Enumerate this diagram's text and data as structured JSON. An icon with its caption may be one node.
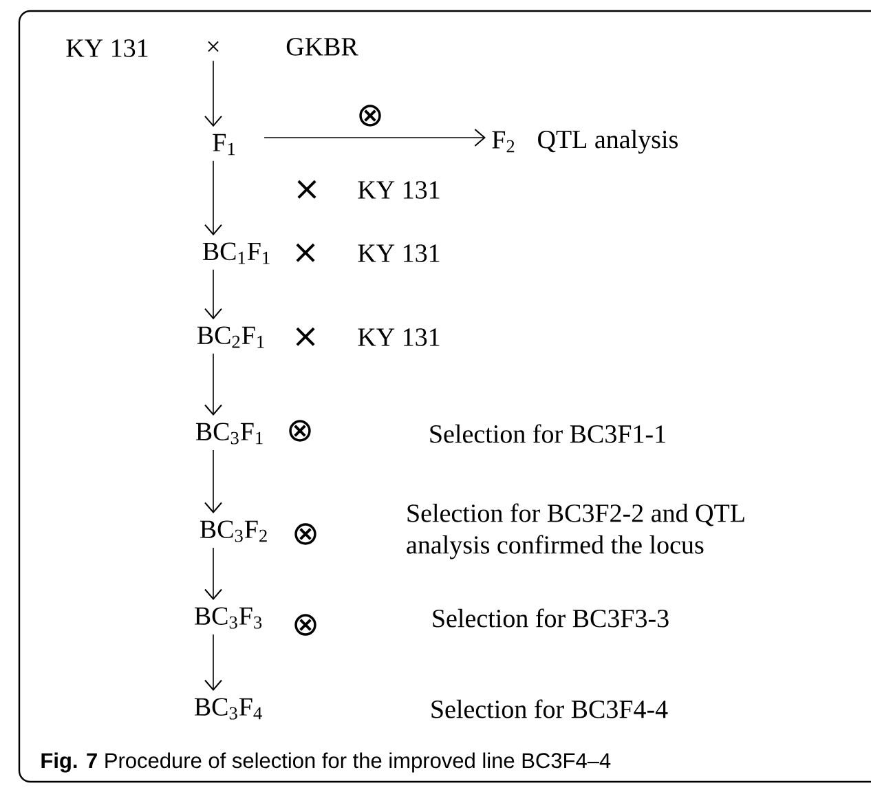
{
  "diagram": {
    "caption": "**Fig. 7** Procedure of selection for the improved line BC3F4–4",
    "nodes": [
      {
        "text": [
          "×"
        ]
      },
      {
        "text": [
          "F$_{1}$"
        ]
      },
      {
        "text": [
          "F$_{2}$"
        ],
        "beside": [
          "QTL analysis"
        ]
      },
      {
        "text": [
          "BC$_{1}$F$_{1}$"
        ]
      },
      {
        "text": [
          "BC$_{2}$F$_{1}$"
        ]
      },
      {
        "text": [
          "BC$_{3}$F$_{1}$"
        ]
      },
      {
        "text": [
          "BC$_{3}$F$_{2}$"
        ]
      },
      {
        "text": [
          "BC$_{3}$F$_{3}$"
        ]
      },
      {
        "text": [
          "BC$_{3}$F$_{4}$"
        ]
      }
    ],
    "edges": [
      {
        "from": 0,
        "to": 1,
        "arrow": "to"
      },
      {
        "from": 1,
        "to": 2,
        "arrow": "to",
        "label": "⊗"
      },
      {
        "from": 1,
        "to": 3,
        "arrow": "to"
      },
      {
        "from": 3,
        "to": 4,
        "arrow": "to"
      },
      {
        "from": 4,
        "to": 5,
        "arrow": "to"
      },
      {
        "from": 5,
        "to": 6,
        "arrow": "to"
      },
      {
        "from": 6,
        "to": 7,
        "arrow": "to"
      },
      {
        "from": 7,
        "to": 8,
        "arrow": "to"
      }
    ],
    "labels": [
      "KY 131",
      "GKBR",
      "×",
      "KY 131",
      "×",
      "KY 131",
      "×",
      "KY 131",
      "⊗",
      "Selection for BC3F1-1",
      "⊗",
      "Selection for BC3F2-2  and QTL analysis confirmed the locus",
      "⊗",
      "Selection for BC3F3-3",
      "Selection for BC3F4-4"
    ]
  }
}
